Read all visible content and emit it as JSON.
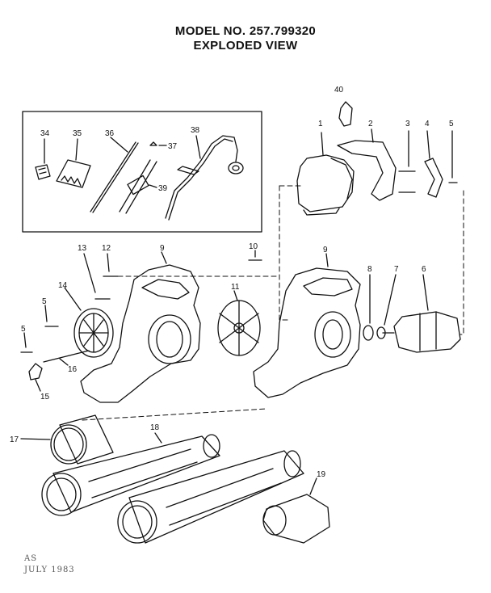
{
  "header": {
    "model_line": "MODEL NO. 257.799320",
    "view_line": "EXPLODED VIEW"
  },
  "callouts": [
    {
      "id": "1",
      "label": "1"
    },
    {
      "id": "2",
      "label": "2"
    },
    {
      "id": "3",
      "label": "3"
    },
    {
      "id": "4",
      "label": "4"
    },
    {
      "id": "5a",
      "label": "5"
    },
    {
      "id": "5b",
      "label": "5"
    },
    {
      "id": "5c",
      "label": "5"
    },
    {
      "id": "6",
      "label": "6"
    },
    {
      "id": "7",
      "label": "7"
    },
    {
      "id": "8",
      "label": "8"
    },
    {
      "id": "9a",
      "label": "9"
    },
    {
      "id": "9b",
      "label": "9"
    },
    {
      "id": "10",
      "label": "10"
    },
    {
      "id": "11",
      "label": "11"
    },
    {
      "id": "12",
      "label": "12"
    },
    {
      "id": "13",
      "label": "13"
    },
    {
      "id": "14",
      "label": "14"
    },
    {
      "id": "15",
      "label": "15"
    },
    {
      "id": "16",
      "label": "16"
    },
    {
      "id": "17",
      "label": "17"
    },
    {
      "id": "18",
      "label": "18"
    },
    {
      "id": "19",
      "label": "19"
    },
    {
      "id": "34",
      "label": "34"
    },
    {
      "id": "35",
      "label": "35"
    },
    {
      "id": "36",
      "label": "36"
    },
    {
      "id": "37",
      "label": "37"
    },
    {
      "id": "38",
      "label": "38"
    },
    {
      "id": "39",
      "label": "39"
    },
    {
      "id": "40",
      "label": "40"
    }
  ],
  "footer": {
    "line1": "AS",
    "line2": "JULY 1983"
  }
}
